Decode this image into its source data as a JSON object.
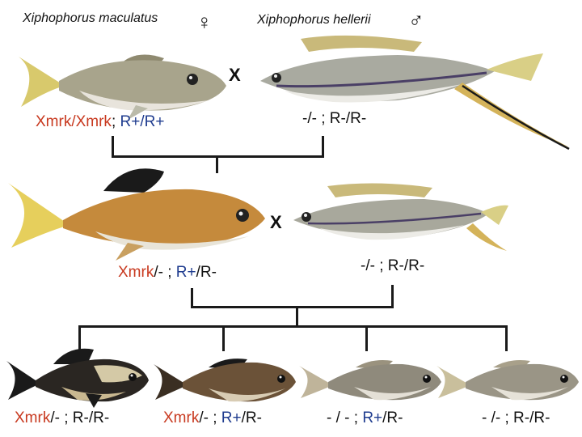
{
  "parents": {
    "female": {
      "species": "Xiphophorus maculatus",
      "symbol": "♀",
      "genotype": {
        "xmrk": "Xmrk/Xmrk",
        "sep": "; ",
        "r": "R+/R+"
      }
    },
    "male": {
      "species": "Xiphophorus hellerii",
      "symbol": "♂",
      "genotype": {
        "xmrk": "-/-",
        "sep": " ; ",
        "r": "R-/R-"
      }
    },
    "cross": "X"
  },
  "f1": {
    "hybrid": {
      "genotype": {
        "xmrk": "Xmrk",
        "mid": "/- ; ",
        "r": "R+",
        "rest": "/R-"
      }
    },
    "backcross": {
      "genotype": {
        "text": "-/- ; R-/R-"
      }
    },
    "cross": "X"
  },
  "offspring": [
    {
      "parts": [
        {
          "t": "Xmrk",
          "c": "red"
        },
        {
          "t": "/- ; R-/R-",
          "c": ""
        }
      ]
    },
    {
      "parts": [
        {
          "t": "Xmrk",
          "c": "red"
        },
        {
          "t": "/- ; ",
          "c": ""
        },
        {
          "t": "R+",
          "c": "blue"
        },
        {
          "t": "/R-",
          "c": ""
        }
      ]
    },
    {
      "parts": [
        {
          "t": "- / -  ; ",
          "c": ""
        },
        {
          "t": "R+",
          "c": "blue"
        },
        {
          "t": "/R-",
          "c": ""
        }
      ]
    },
    {
      "parts": [
        {
          "t": "- /- ; R-/R-",
          "c": ""
        }
      ]
    }
  ],
  "colors": {
    "xmrk": "#c8391f",
    "r_plus": "#1f3c8f",
    "text": "#111111"
  }
}
